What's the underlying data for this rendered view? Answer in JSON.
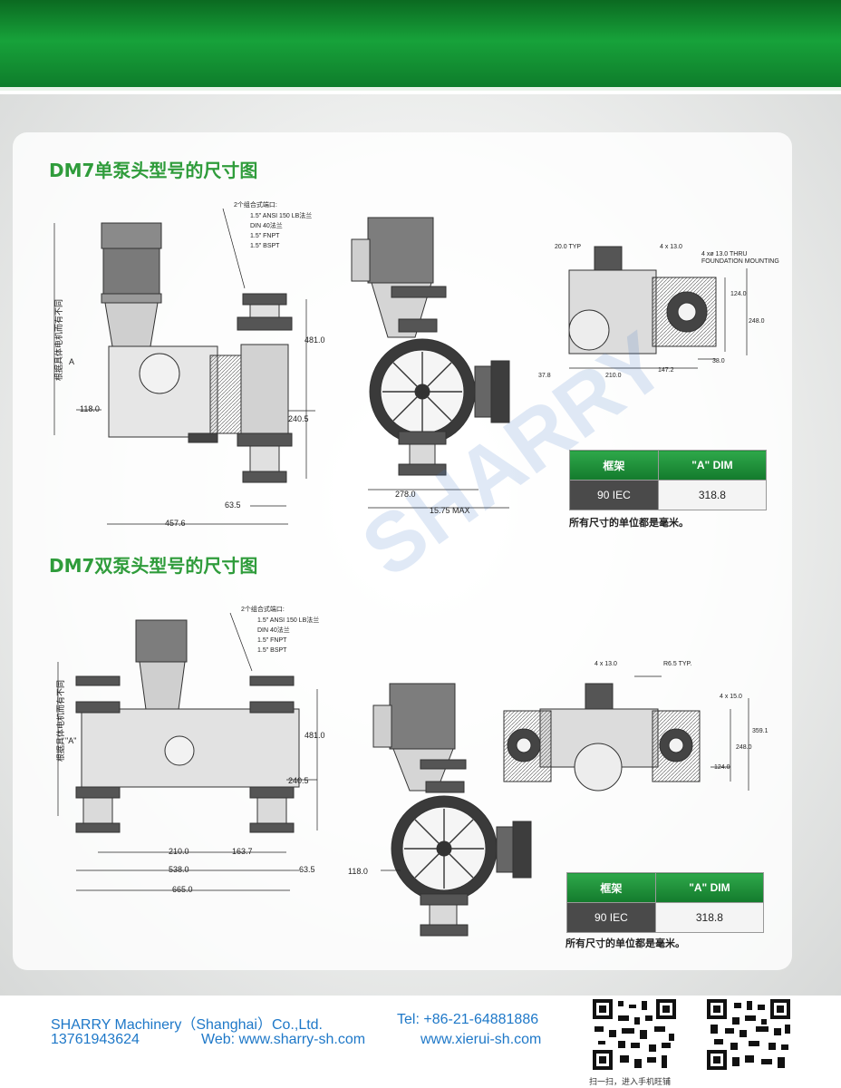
{
  "section1": {
    "title": "DM7单泵头型号的尺寸图",
    "port_note": [
      "2个组合式端口:",
      "1.5\" ANSI 150 LB法兰",
      "DIN 40法兰",
      "1.5\" FNPT",
      "1.5\" BSPT"
    ],
    "side_label": "根据具体电机而有不同",
    "dim_a": "A",
    "dims": [
      "118.0",
      "481.0",
      "240.5",
      "63.5",
      "457.6",
      "278.0",
      "15.75 MAX",
      "20.0 TYP",
      "4 x 13.0",
      "4 xø 13.0 THRU",
      "FOUNDATION MOUNTING",
      "124.0",
      "248.0",
      "37.8",
      "210.0",
      "147.2",
      "38.0"
    ],
    "table": {
      "col1": "框架",
      "col2": "\"A\" DIM",
      "row": [
        "90 IEC",
        "318.8"
      ]
    },
    "unit_note": "所有尺寸的单位都是毫米。"
  },
  "section2": {
    "title": "DM7双泵头型号的尺寸图",
    "port_note": [
      "2个组合式端口:",
      "1.5\" ANSI 150 LB法兰",
      "DIN 40法兰",
      "1.5\" FNPT",
      "1.5\" BSPT"
    ],
    "side_label": "根据具体电机而有不同",
    "dim_a": "\"A\"",
    "dims": [
      "481.0",
      "240.5",
      "210.0",
      "163.7",
      "538.0",
      "63.5",
      "665.0",
      "118.0",
      "4 x 13.0",
      "R6.5 TYP.",
      "4 x 15.0",
      "359.1",
      "248.0",
      "124.0"
    ],
    "table": {
      "col1": "框架",
      "col2": "\"A\" DIM",
      "row": [
        "90 IEC",
        "318.8"
      ]
    },
    "unit_note": "所有尺寸的单位都是毫米。"
  },
  "footer": {
    "company": "SHARRY Machinery（Shanghai）Co.,Ltd.",
    "tel": "Tel: +86-21-64881886",
    "mobile": "13761943624",
    "web": "Web: www.sharry-sh.com",
    "web2": "www.xierui-sh.com",
    "qr_caption": "扫一扫，进入手机旺铺"
  },
  "colors": {
    "brand_green": "#2f9c3b",
    "footer_blue": "#1e78c8"
  }
}
